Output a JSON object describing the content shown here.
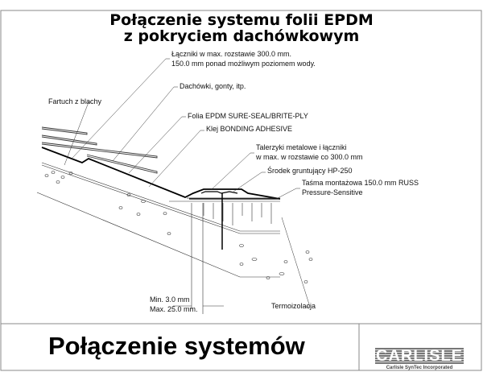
{
  "title": {
    "line1": "Połączenie systemu folii EPDM",
    "line2": "z pokryciem dachówkowym"
  },
  "labels": {
    "fasteners_1": "Łączniki w max. rozstawie 300.0 mm.",
    "fasteners_2": "150.0 mm ponad możliwym poziomem wody.",
    "tiles": "Dachówki, gonty, itp.",
    "apron": "Fartuch z blachy",
    "membrane": "Folia EPDM SURE-SEAL/BRITE-PLY",
    "adhesive": "Klej BONDING ADHESIVE",
    "plates_1": "Talerzyki metalowe i łączniki",
    "plates_2": "w max. w rozstawie co 300.0 mm",
    "primer": "Środek gruntujący HP-250",
    "tape_1": "Taśma montażowa 150.0 mm RUSS",
    "tape_2": "Pressure-Sensitive",
    "gap_min": "Min. 3.0 mm",
    "gap_max": "Max. 25.0 mm.",
    "insulation": "Termoizolacja"
  },
  "footer": {
    "title": "Połączenie systemów",
    "logo": "CARLISLE",
    "company": "Carlisle SynTec Incorporated"
  }
}
